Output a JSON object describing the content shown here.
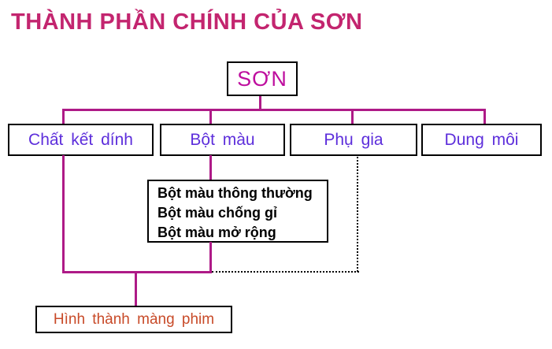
{
  "title": "THÀNH PHẦN CHÍNH CỦA SƠN",
  "colors": {
    "background": "#FFFFFF",
    "title_color": "#C3256F",
    "root_text": "#BE0D9E",
    "node_text": "#5D2EDB",
    "sub_text": "#000000",
    "result_text": "#C84A28",
    "connector_color": "#AE1A87",
    "border_color": "#000000"
  },
  "diagram": {
    "root": {
      "label": "SƠN"
    },
    "components": [
      {
        "label": "Chất kết dính"
      },
      {
        "label": "Bột màu"
      },
      {
        "label": "Phụ gia"
      },
      {
        "label": "Dung môi"
      }
    ],
    "pigment_types": {
      "lines": [
        "Bột màu thông thường",
        "Bột màu chống gỉ",
        "Bột màu mở rộng"
      ]
    },
    "result": {
      "label": "Hình thành màng phim"
    }
  }
}
